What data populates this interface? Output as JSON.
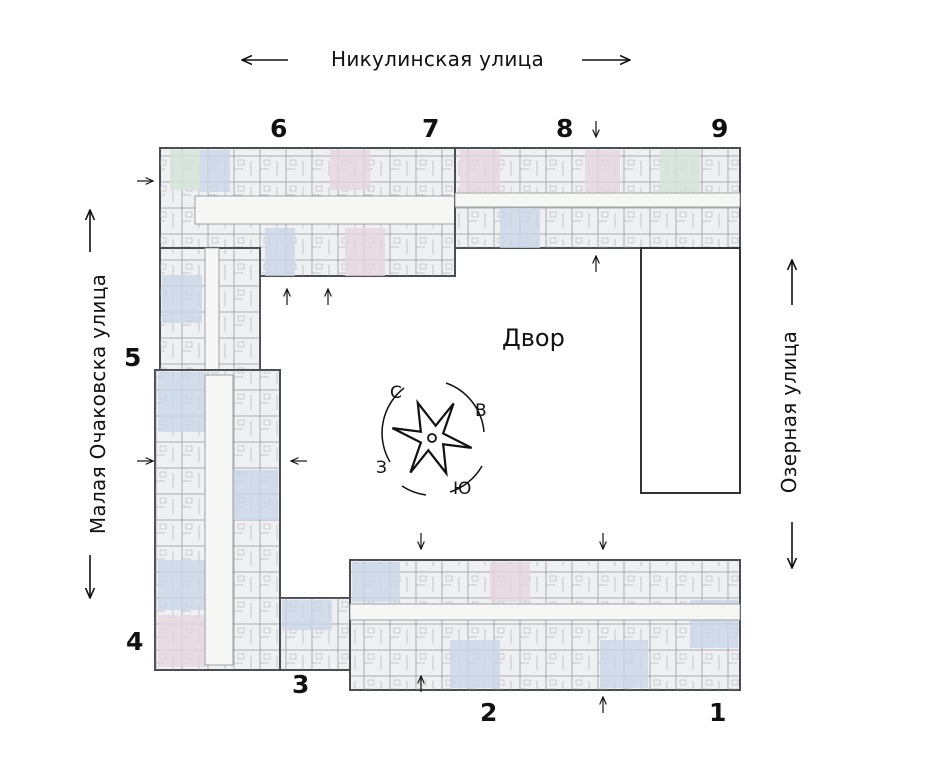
{
  "streets": {
    "top": "Никулинская улица",
    "left": "Малая Очаковска улица",
    "right": "Озерная улица"
  },
  "courtyard": "Двор",
  "compass": {
    "north": "С",
    "east": "В",
    "south": "Ю",
    "west": "З"
  },
  "sections": [
    "1",
    "2",
    "3",
    "4",
    "5",
    "6",
    "7",
    "8",
    "9"
  ],
  "colors": {
    "building_fill": "#eef0f2",
    "wall": "#4a4d52",
    "unit_blue": "#c9d6e6",
    "unit_pink": "#e6d6df",
    "unit_green": "#d3e4d8",
    "corridor": "#f6f6f4"
  }
}
